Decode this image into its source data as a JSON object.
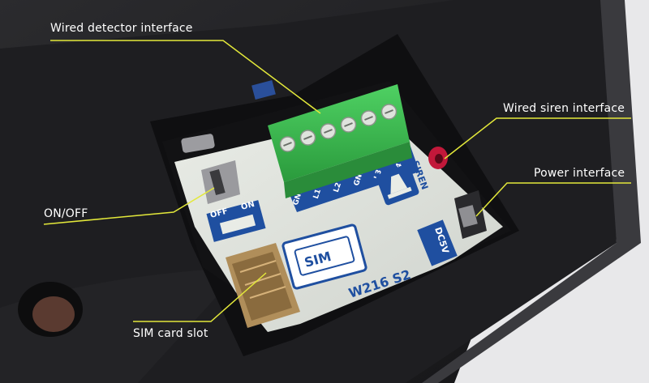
{
  "callouts": {
    "wired_detector": "Wired detector interface",
    "wired_siren": "Wired siren interface",
    "power": "Power interface",
    "on_off": "ON/OFF",
    "sim_slot": "SIM card slot"
  },
  "pcb": {
    "switch_off": "OFF",
    "switch_on": "ON",
    "terminals": [
      "GND",
      "L1",
      "L2",
      "GND",
      "L3",
      "L4"
    ],
    "siren_label": "SIREN",
    "power_label": "DC5V",
    "sim_label": "SIM",
    "model_fragment": "W216 S2"
  },
  "colors": {
    "callout_line": "#e3e83a",
    "pcb_blue": "#1f4fa0",
    "terminal_green": "#33b34a",
    "case_dark": "#202023"
  }
}
